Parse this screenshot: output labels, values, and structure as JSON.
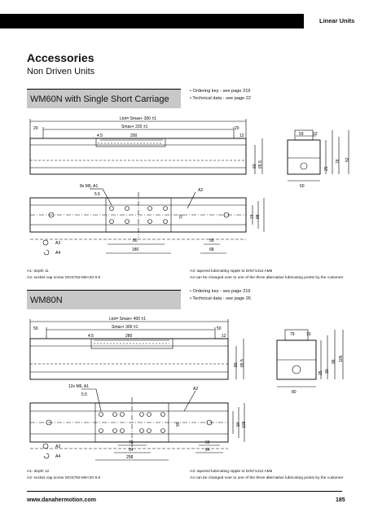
{
  "header": {
    "section": "Linear Units"
  },
  "title": "Accessories",
  "subtitle": "Non Driven Units",
  "wm60": {
    "product": "WM60N with Single Short Carriage",
    "bullets": [
      "Ordering key - see page 219",
      "Technical data - see page 22"
    ],
    "dims": {
      "total_length": "Ltot= Smax+ 300 ±1",
      "stroke": "Smax+ 220 ±1",
      "left_end": "20",
      "right_end": "20",
      "d45": "4.5",
      "d200": "200",
      "d12": "12",
      "h60": "60",
      "h655": "65.5",
      "side_59": "59",
      "side_10": "10",
      "side_25": "25",
      "side_76": "76",
      "side_52": "52",
      "side_60": "60",
      "screws": "8x M6, A1",
      "d55": "5.5",
      "a2": "A2",
      "h70": "70",
      "h74": "74",
      "h88": "88",
      "w80": "80",
      "w180": "180",
      "w50": "50",
      "w68": "68",
      "a3": "A3",
      "a4": "A4"
    },
    "notes_left": [
      "A1: depth 11",
      "A2: socket cap screw ISO4762-M6×20 8.8"
    ],
    "notes_right": [
      "A3: tapered lubricating nipple to DIN71412 AM6",
      "A4 can be changed over to one of the three alternative lubricating points by the customer"
    ]
  },
  "wm80": {
    "product": "WM80N",
    "bullets": [
      "Ordering key - see page 219",
      "Technical data - see page 26"
    ],
    "dims": {
      "total_length": "Ltot= Smax+ 400 ±1",
      "stroke": "Smax+ 300 ±1",
      "left_end": "50",
      "right_end": "50",
      "d45": "4.5",
      "d280": "280",
      "d12": "12",
      "h80": "80",
      "h855": "85.5",
      "side_79": "79",
      "side_10": "10",
      "side_25": "25",
      "side_30": "30",
      "side_96": "96",
      "side_105": "105",
      "side_80": "80",
      "screws": "12x M6, A1",
      "d55": "5.5",
      "a2": "A2",
      "h90": "90",
      "h94": "94",
      "h109": "109",
      "w70": "70",
      "w94": "94",
      "w258": "258",
      "w60": "60",
      "w84": "84",
      "a3": "A3",
      "a4": "A4"
    },
    "notes_left": [
      "A1: depth 12",
      "A2: socket cap screw ISO4762-M6×20 8.8"
    ],
    "notes_right": [
      "A3: tapered lubricating nipple to DIN71412 AM6",
      "A4 can be changed over to one of the three alternative lubricating points by the customer"
    ]
  },
  "footer": {
    "url": "www.danahermotion.com",
    "page": "185"
  }
}
